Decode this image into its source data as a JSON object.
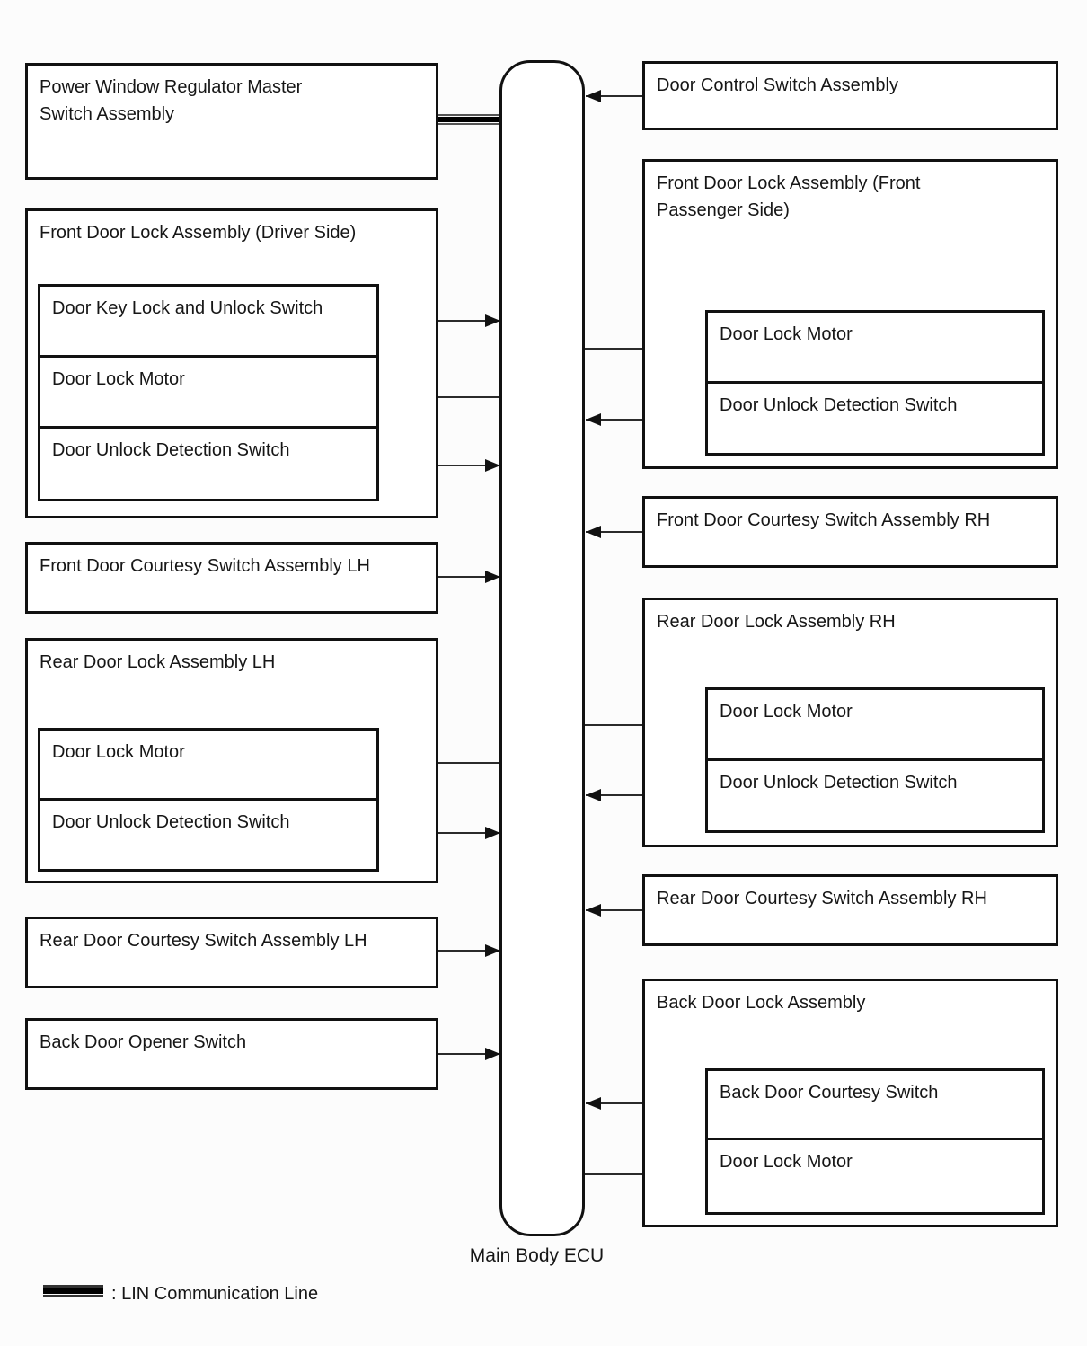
{
  "diagram": {
    "left": [
      {
        "title": "Power Window Regulator Master Switch Assembly"
      },
      {
        "title": "Front Door Lock Assembly (Driver Side)",
        "children": [
          "Door Key Lock and Unlock Switch",
          "Door Lock Motor",
          "Door Unlock Detection Switch"
        ]
      },
      {
        "title": "Front Door Courtesy Switch Assembly LH"
      },
      {
        "title": "Rear Door Lock Assembly LH",
        "children": [
          "Door Lock Motor",
          "Door Unlock Detection Switch"
        ]
      },
      {
        "title": "Rear Door Courtesy Switch Assembly LH"
      },
      {
        "title": "Back Door Opener Switch"
      }
    ],
    "right": [
      {
        "title": "Door Control Switch Assembly"
      },
      {
        "title": "Front Door Lock Assembly (Front Passenger Side)",
        "children": [
          "Door Lock Motor",
          "Door Unlock Detection Switch"
        ]
      },
      {
        "title": "Front Door Courtesy Switch Assembly RH"
      },
      {
        "title": "Rear Door Lock Assembly RH",
        "children": [
          "Door Lock Motor",
          "Door Unlock Detection Switch"
        ]
      },
      {
        "title": "Rear Door Courtesy Switch Assembly RH"
      },
      {
        "title": "Back Door Lock Assembly",
        "children": [
          "Back Door Courtesy Switch",
          "Door Lock Motor"
        ]
      }
    ],
    "ecu_label": "Main Body ECU",
    "legend_label": ": LIN Communication Line",
    "line_color": "#111111"
  }
}
